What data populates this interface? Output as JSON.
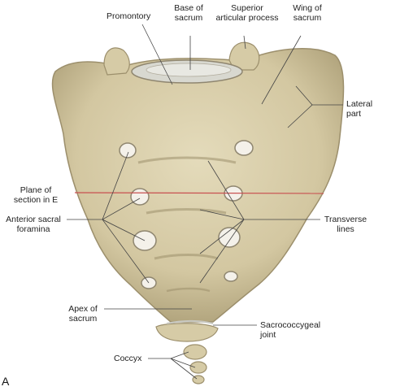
{
  "figure": {
    "panel_letter": "A",
    "labels": {
      "promontory": "Promontory",
      "base_of_sacrum": [
        "Base of",
        "sacrum"
      ],
      "superior_articular_process": [
        "Superior",
        "articular process"
      ],
      "wing_of_sacrum": [
        "Wing of",
        "sacrum"
      ],
      "lateral_part": [
        "Lateral",
        "part"
      ],
      "plane_of_section": [
        "Plane of",
        "section in E"
      ],
      "anterior_sacral_foramina": [
        "Anterior sacral",
        "foramina"
      ],
      "transverse_lines": [
        "Transverse",
        "lines"
      ],
      "apex_of_sacrum": [
        "Apex of",
        "sacrum"
      ],
      "sacrococcygeal_joint": [
        "Sacrococcygeal",
        "joint"
      ],
      "coccyx": "Coccyx"
    },
    "colors": {
      "bone": "#d9cfac",
      "bone_shadow": "#9c8f6c",
      "foramen": "#f4f1ea",
      "plane_line": "#c85050",
      "leader_line": "#444444"
    }
  }
}
